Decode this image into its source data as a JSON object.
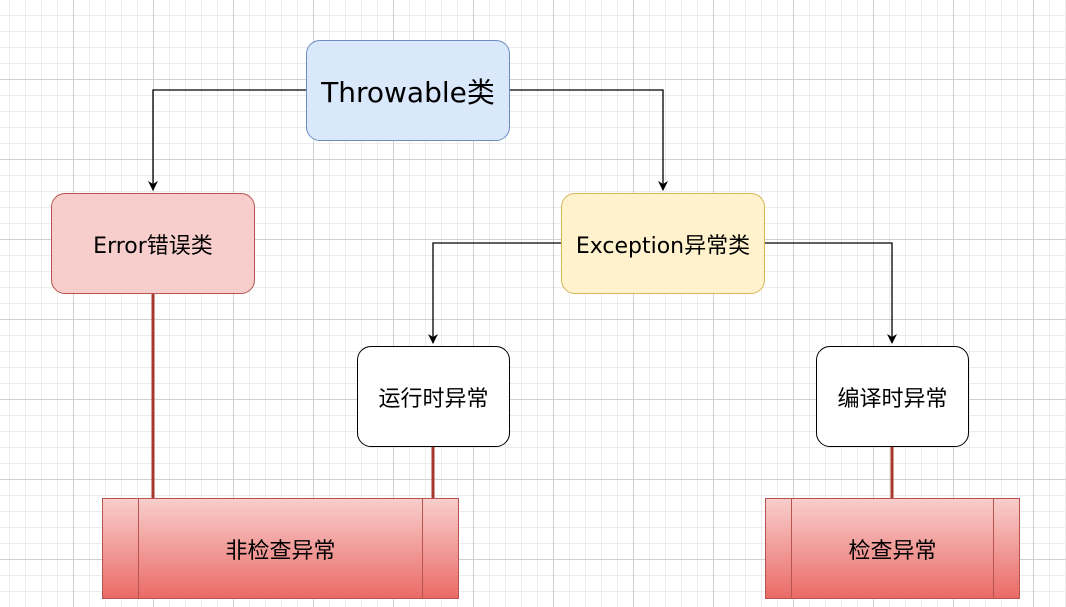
{
  "nodes": {
    "throwable": "Throwable类",
    "error": "Error错误类",
    "exception": "Exception异常类",
    "runtime": "运行时异常",
    "compile": "编译时异常",
    "unchecked": "非检查异常",
    "checked": "检查异常"
  },
  "colors": {
    "throwable_fill": "#dae8fc",
    "throwable_stroke": "#6c8ebf",
    "error_fill": "#f8cecc",
    "error_stroke": "#b85450",
    "exception_fill": "#fff2cc",
    "exception_stroke": "#d6b656",
    "process_gradient_end": "#ea6b66",
    "connector": "#a8382e",
    "arrow": "#000000"
  }
}
